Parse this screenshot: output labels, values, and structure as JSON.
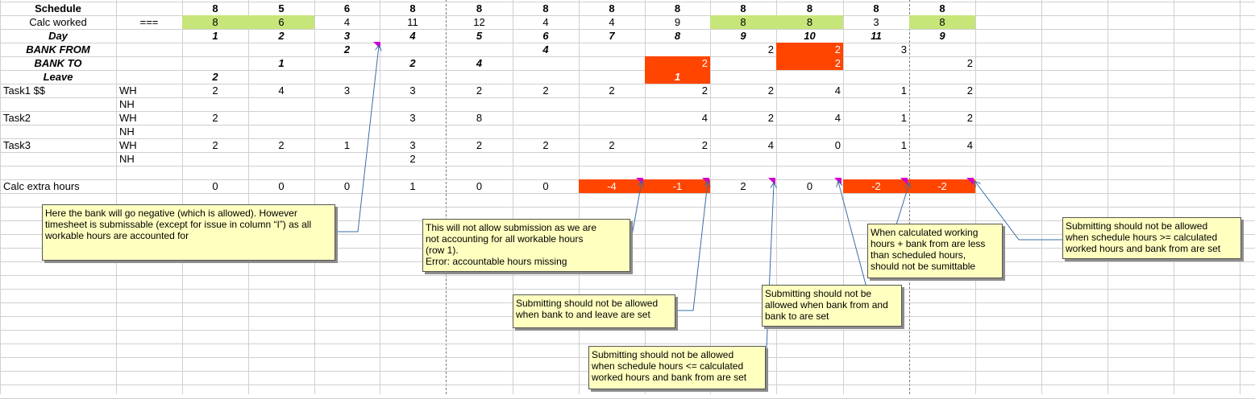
{
  "colors": {
    "green": "#c6e67a",
    "orange": "#ff4500",
    "note": "#ffffc0",
    "marker": "#d000d0",
    "arrow": "#3a6ea5"
  },
  "rows": {
    "schedule": {
      "label": "Schedule",
      "values": [
        "8",
        "5",
        "6",
        "8",
        "8",
        "8",
        "8",
        "8",
        "8",
        "8",
        "8",
        "8"
      ]
    },
    "calc_worked": {
      "label": "Calc worked",
      "marker": "===",
      "values": [
        "8",
        "6",
        "4",
        "11",
        "12",
        "4",
        "4",
        "9",
        "8",
        "8",
        "3",
        "8"
      ]
    },
    "day": {
      "label": "Day",
      "values": [
        "1",
        "2",
        "3",
        "4",
        "5",
        "6",
        "7",
        "8",
        "9",
        "10",
        "11",
        "9"
      ]
    },
    "bank_from": {
      "label": "BANK FROM",
      "values": [
        "",
        "",
        "2",
        "",
        "",
        "4",
        "",
        "",
        "2",
        "2",
        "3",
        ""
      ]
    },
    "bank_to": {
      "label": "BANK TO",
      "values": [
        "",
        "1",
        "",
        "2",
        "4",
        "",
        "",
        "2",
        "",
        "2",
        "",
        "2"
      ]
    },
    "leave": {
      "label": "Leave",
      "values": [
        "2",
        "",
        "",
        "",
        "",
        "",
        "",
        "1",
        "",
        "",
        "",
        ""
      ]
    },
    "task1_wh": {
      "label": "Task1 $$",
      "sub": "WH",
      "values": [
        "2",
        "4",
        "3",
        "3",
        "2",
        "2",
        "2",
        "2",
        "2",
        "4",
        "1",
        "2"
      ]
    },
    "task1_nh": {
      "sub": "NH"
    },
    "task2_wh": {
      "label": "Task2",
      "sub": "WH",
      "values": [
        "2",
        "",
        "",
        "3",
        "8",
        "",
        "",
        "4",
        "2",
        "4",
        "1",
        "2"
      ]
    },
    "task2_nh": {
      "sub": "NH"
    },
    "task3_wh": {
      "label": "Task3",
      "sub": "WH",
      "values": [
        "2",
        "2",
        "1",
        "3",
        "2",
        "2",
        "2",
        "2",
        "4",
        "0",
        "1",
        "4"
      ]
    },
    "task3_nh": {
      "sub": "NH",
      "values": [
        "",
        "",
        "",
        "2",
        "",
        "",
        "",
        "",
        "",
        "",
        "",
        ""
      ]
    },
    "calc_extra": {
      "label": "Calc extra hours",
      "values": [
        "0",
        "0",
        "0",
        "1",
        "0",
        "0",
        "-4",
        "-1",
        "2",
        "0",
        "-2",
        "-2"
      ]
    }
  },
  "notes": [
    {
      "id": "note-bank-negative",
      "text": "Here the bank will go negative (which is allowed). However\ntimesheet is submissable (except for issue in column “I”) as all\nworkable hours are accounted for"
    },
    {
      "id": "note-accountable-missing",
      "text": "This will not allow submission as we are\nnot accounting for all workable hours\n(row 1).\nError: accountable hours missing"
    },
    {
      "id": "note-bank-to-leave",
      "text": "Submitting should not be allowed\nwhen bank to and leave are set"
    },
    {
      "id": "note-schedule-lte",
      "text": "Submitting should not be allowed\nwhen schedule hours <= calculated\nworked hours and bank from are set"
    },
    {
      "id": "note-bank-from-to",
      "text": "Submitting should not be\nallowed when bank from and\nbank to are set"
    },
    {
      "id": "note-calc-less",
      "text": "When calculated working\nhours + bank from are less\nthan scheduled hours,\nshould not be sumittable"
    },
    {
      "id": "note-schedule-gte",
      "text": "Submitting should not be allowed\nwhen schedule hours >= calculated\nworked hours and bank from are set"
    }
  ]
}
